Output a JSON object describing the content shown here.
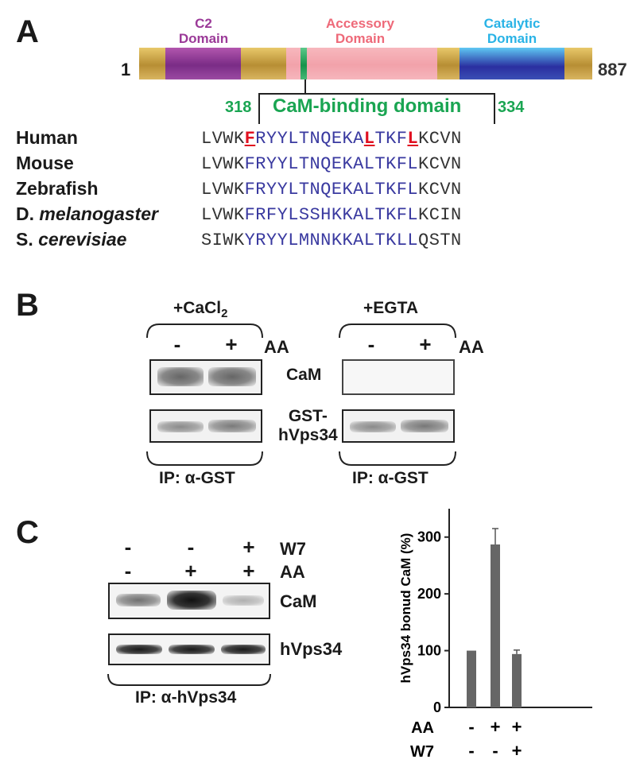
{
  "panel_a": {
    "letter": "A",
    "start_residue": "1",
    "end_residue": "887",
    "domains": {
      "c2": [
        "C2",
        "Domain"
      ],
      "accessory": [
        "Accessory",
        "Domain"
      ],
      "catalytic": [
        "Catalytic",
        "Domain"
      ]
    },
    "cam_start": "318",
    "cam_end": "334",
    "cam_title": "CaM-binding domain",
    "colors": {
      "c2": "#8b2f8a",
      "accessory": "#f07a85",
      "catalytic": "#2bb5e8",
      "cam": "#1aa552",
      "bar": "#c8a24a"
    },
    "species": [
      {
        "prefix": "Human",
        "italic": ""
      },
      {
        "prefix": "Mouse",
        "italic": ""
      },
      {
        "prefix": "Zebrafish",
        "italic": ""
      },
      {
        "prefix": "D. ",
        "italic": "melanogaster"
      },
      {
        "prefix": "S. ",
        "italic": "cerevisiae"
      }
    ],
    "sequences": [
      {
        "pre": "LVWK",
        "core": "FRYYLTNQEKALTKFL",
        "post": "KCVN"
      },
      {
        "pre": "LVWK",
        "core": "FRYYLTNQEKALTKFL",
        "post": "KCVN"
      },
      {
        "pre": "LVWK",
        "core": "FRYYLTNQEKALTKFL",
        "post": "KCVN"
      },
      {
        "pre": "LVWK",
        "core": "FRFYLSSHKKALTKFL",
        "post": "KCIN"
      },
      {
        "pre": "SIWK",
        "core": "YRYYLMNNKKALTKLL",
        "post": "QSTN"
      }
    ]
  },
  "panel_b": {
    "letter": "B",
    "left_condition": "+CaCl",
    "left_condition_sub": "2",
    "right_condition": "+EGTA",
    "minus": "-",
    "plus": "+",
    "aa": "AA",
    "cam": "CaM",
    "gst_line1": "GST-",
    "gst_line2": "hVps34",
    "ip": "IP: α-GST"
  },
  "panel_c": {
    "letter": "C",
    "w7": "W7",
    "aa": "AA",
    "cam": "CaM",
    "hvps34": "hVps34",
    "ip": "IP: α-hVps34",
    "w7_signs": [
      "-",
      "-",
      "+"
    ],
    "aa_signs": [
      "-",
      "+",
      "+"
    ]
  },
  "chart_data": {
    "type": "bar",
    "ylabel": "hVps34 bonud CaM (%)",
    "ylim": [
      0,
      350
    ],
    "yticks": [
      0,
      100,
      200,
      300
    ],
    "values": [
      100,
      287,
      94
    ],
    "errors": [
      0,
      28,
      7
    ],
    "bar_color": "#666666",
    "row_labels": [
      "AA",
      "W7"
    ],
    "aa_signs": [
      "-",
      "+",
      "+"
    ],
    "w7_signs": [
      "-",
      "-",
      "+"
    ]
  }
}
